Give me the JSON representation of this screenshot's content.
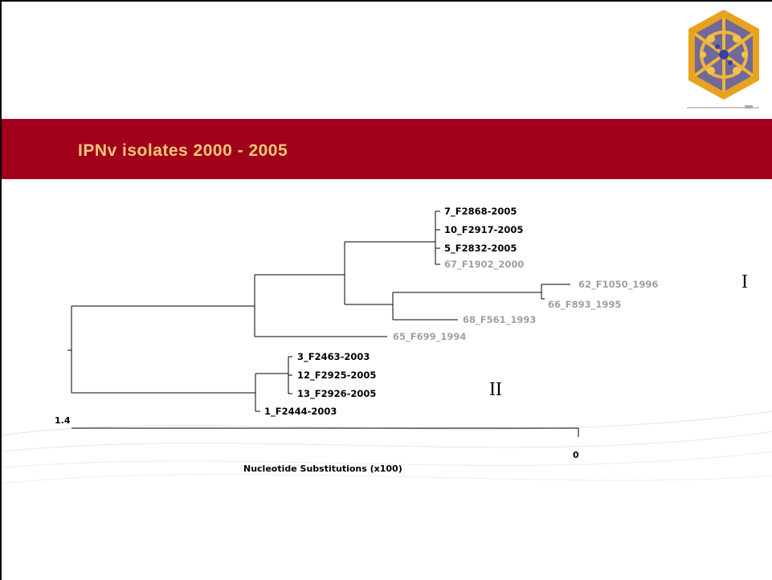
{
  "slide": {
    "title": "IPNv isolates 2000 - 2005"
  },
  "tree": {
    "leaves": [
      {
        "label": "7_F2868-2005",
        "group": "new"
      },
      {
        "label": "10_F2917-2005",
        "group": "new"
      },
      {
        "label": "5_F2832-2005",
        "group": "new"
      },
      {
        "label": "67_F1902_2000",
        "group": "old"
      },
      {
        "label": "62_F1050_1996",
        "group": "old"
      },
      {
        "label": "66_F893_1995",
        "group": "old"
      },
      {
        "label": "68_F561_1993",
        "group": "old"
      },
      {
        "label": "65_F699_1994",
        "group": "old"
      },
      {
        "label": "3_F2463-2003",
        "group": "new"
      },
      {
        "label": "12_F2925-2005",
        "group": "new"
      },
      {
        "label": "13_F2926-2005",
        "group": "new"
      },
      {
        "label": "1_F2444-2003",
        "group": "new"
      }
    ],
    "clades": [
      {
        "label": "I"
      },
      {
        "label": "II"
      }
    ],
    "scale": {
      "start_label": "1.4",
      "end_label": "0",
      "axis_label": "Nucleotide Substitutions (x100)"
    }
  },
  "colors": {
    "banner": "#a0001a",
    "title_text": "#f3c77a",
    "recent_isolate": "#000000",
    "older_isolate": "#a0a0a0"
  },
  "icons": {
    "virus_image": "virus-capsid-icon"
  }
}
